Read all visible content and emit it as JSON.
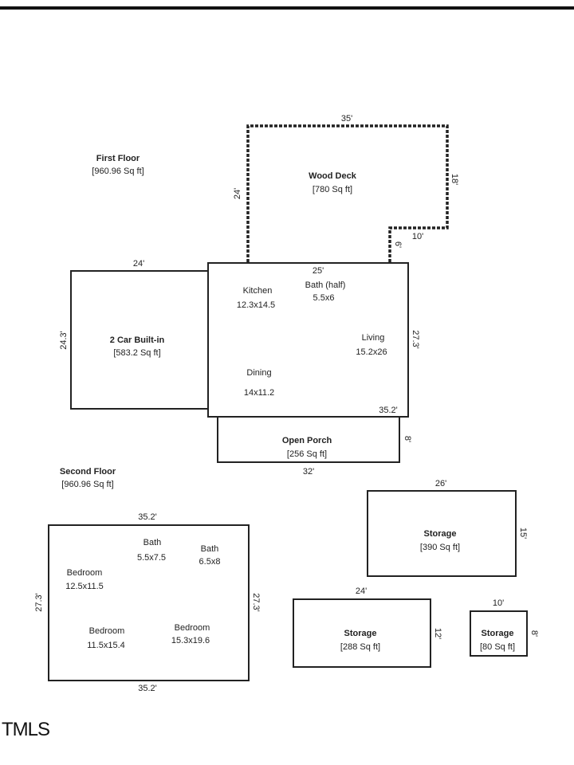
{
  "first_floor": {
    "title": "First Floor",
    "area": "[960.96 Sq ft]"
  },
  "second_floor": {
    "title": "Second Floor",
    "area": "[960.96 Sq ft]"
  },
  "wood_deck": {
    "name": "Wood Deck",
    "area": "[780 Sq ft]",
    "dim_top": "35'",
    "dim_right": "18'",
    "dim_left": "24'",
    "dim_step": "10'",
    "dim_step_v": "6'"
  },
  "main_house": {
    "dim_top": "25'",
    "dim_right": "27.3'",
    "dim_bottom": "35.2'",
    "kitchen": {
      "name": "Kitchen",
      "size": "12.3x14.5"
    },
    "bath_half": {
      "name": "Bath (half)",
      "size": "5.5x6"
    },
    "living": {
      "name": "Living",
      "size": "15.2x26"
    },
    "dining": {
      "name": "Dining",
      "size": "14x11.2"
    }
  },
  "garage": {
    "name": "2 Car Built-in",
    "area": "[583.2 Sq ft]",
    "dim_top": "24'",
    "dim_left": "24.3'"
  },
  "porch": {
    "name": "Open Porch",
    "area": "[256 Sq ft]",
    "dim_right": "8'",
    "dim_bottom": "32'"
  },
  "second": {
    "dim_top": "35.2'",
    "dim_bottom": "35.2'",
    "dim_left": "27.3'",
    "dim_right": "27.3'",
    "bath1": {
      "name": "Bath",
      "size": "5.5x7.5"
    },
    "bath2": {
      "name": "Bath",
      "size": "6.5x8"
    },
    "bedroom1": {
      "name": "Bedroom",
      "size": "12.5x11.5"
    },
    "bedroom2": {
      "name": "Bedroom",
      "size": "11.5x15.4"
    },
    "bedroom3": {
      "name": "Bedroom",
      "size": "15.3x19.6"
    }
  },
  "storage1": {
    "name": "Storage",
    "area": "[390 Sq ft]",
    "dim_top": "26'",
    "dim_right": "15'"
  },
  "storage2": {
    "name": "Storage",
    "area": "[288 Sq ft]",
    "dim_top": "24'",
    "dim_right": "12'"
  },
  "storage3": {
    "name": "Storage",
    "area": "[80 Sq ft]",
    "dim_top": "10'",
    "dim_right": "8'"
  },
  "footer": {
    "logo": "TMLS"
  }
}
